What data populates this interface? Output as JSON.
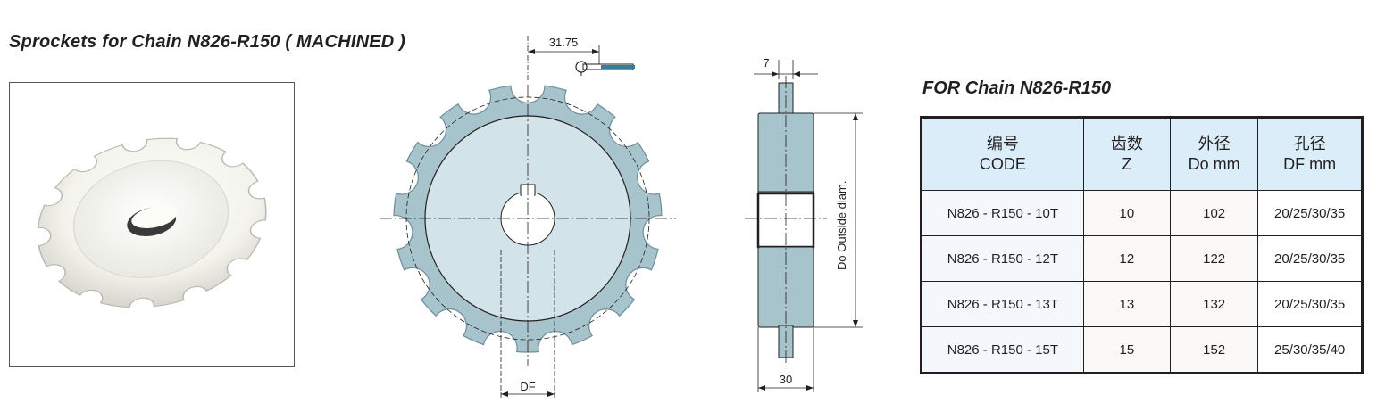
{
  "title": "Sprockets for Chain N826-R150 ( MACHINED )",
  "subtitle": "FOR Chain N826-R150",
  "dimensions": {
    "pitch": "31.75",
    "bore": "DF",
    "outside_diam": "Do  Outside diam.",
    "hub_width": "7",
    "total_width": "30"
  },
  "table": {
    "headers": [
      {
        "zh": "编号",
        "en": "CODE"
      },
      {
        "zh": "齿数",
        "en": "Z"
      },
      {
        "zh": "外径",
        "en": "Do mm"
      },
      {
        "zh": "孔径",
        "en": "DF mm"
      }
    ],
    "rows": [
      {
        "code": "N826 - R150 - 10T",
        "z": "10",
        "do": "102",
        "df": "20/25/30/35"
      },
      {
        "code": "N826 - R150 - 12T",
        "z": "12",
        "do": "122",
        "df": "20/25/30/35"
      },
      {
        "code": "N826 - R150 - 13T",
        "z": "13",
        "do": "132",
        "df": "20/25/30/35"
      },
      {
        "code": "N826 - R150 - 15T",
        "z": "15",
        "do": "152",
        "df": "25/30/35/40"
      }
    ]
  },
  "colors": {
    "sprocket_fill": "#cfe0e7",
    "sprocket_edge": "#8fb3c0",
    "header_bg": "#dcedfa",
    "chain_blue": "#2e7fa0"
  }
}
